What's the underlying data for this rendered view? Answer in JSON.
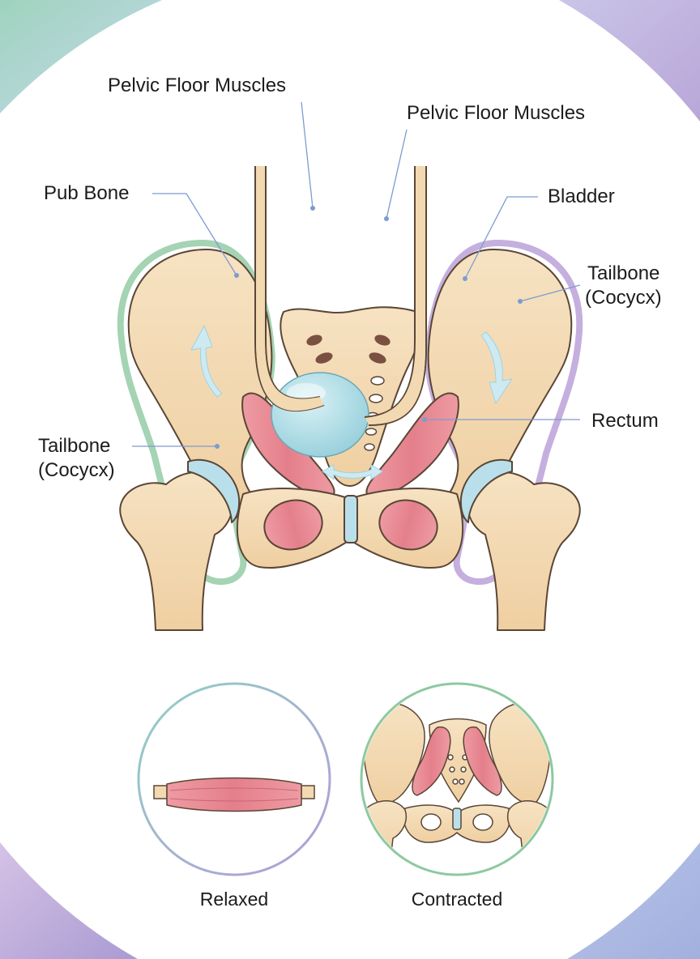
{
  "labels": {
    "pelvic_floor_left": "Pelvic Floor Muscles",
    "pelvic_floor_right": "Pelvic Floor Muscles",
    "pub_bone": "Pub Bone",
    "bladder": "Bladder",
    "tailbone_right_line1": "Tailbone",
    "tailbone_right_line2": "(Cocycx)",
    "rectum": "Rectum",
    "tailbone_left_line1": "Tailbone",
    "tailbone_left_line2": "(Cocycx)"
  },
  "insets": {
    "relaxed": "Relaxed",
    "contracted": "Contracted"
  },
  "colors": {
    "bone": "#f3d9b1",
    "bone_outline": "#5a4636",
    "muscle": "#e58d96",
    "bladder": "#a9dbe3",
    "cartilage": "#b9e0ea",
    "leader_line": "#7d9bd0",
    "outline_green": "#8dc9a0",
    "outline_purple": "#b79bd6"
  }
}
